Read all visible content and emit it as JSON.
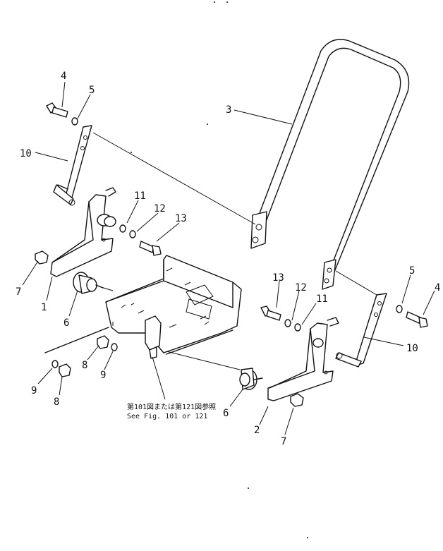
{
  "diagram": {
    "labels": {
      "l1": "1",
      "l2": "2",
      "l3": "3",
      "l4a": "4",
      "l4b": "4",
      "l5a": "5",
      "l5b": "5",
      "l6a": "6",
      "l6b": "6",
      "l7a": "7",
      "l7b": "7",
      "l8a": "8",
      "l8b": "8",
      "l9a": "9",
      "l9b": "9",
      "l10a": "10",
      "l10b": "10",
      "l11a": "11",
      "l11b": "11",
      "l12a": "12",
      "l12b": "12",
      "l13a": "13",
      "l13b": "13"
    },
    "reference_note": {
      "jp": "第101図または第121図参照",
      "en": "See Fig. 101 or 121"
    }
  }
}
